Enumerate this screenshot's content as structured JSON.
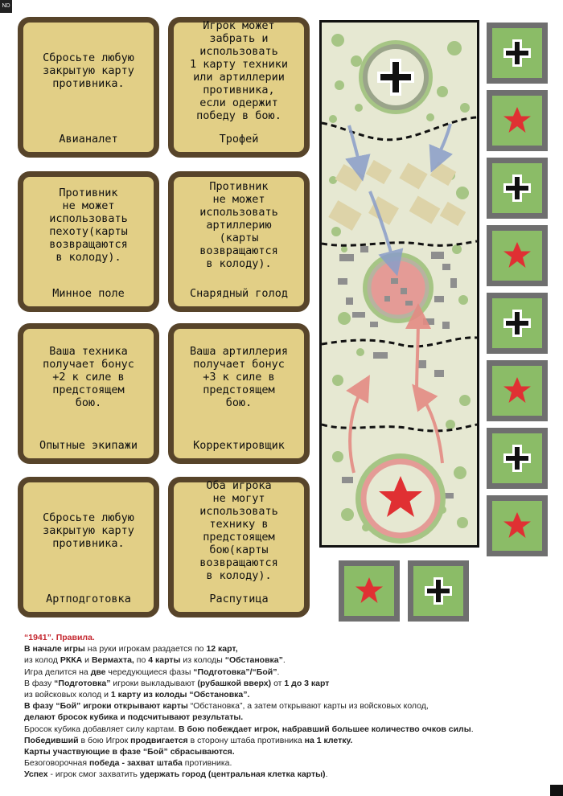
{
  "corner_label": "ND",
  "cards": [
    {
      "desc": "Сбросьте любую\nзакрытую карту\nпротивника.",
      "name": "Авианалет"
    },
    {
      "desc": "Игрок может\nзабрать и\nиспользовать\n1 карту техники\nили артиллерии\nпротивника,\nесли одержит\nпобеду в бою.",
      "name": "Трофей"
    },
    {
      "desc": "Противник\nне может\nиспользовать\nпехоту(карты\nвозвращаются\nв колоду).",
      "name": "Минное поле"
    },
    {
      "desc": "Противник\nне может\nиспользовать\nартиллерию\n(карты\nвозвращаются\nв колоду).",
      "name": "Снарядный голод"
    },
    {
      "desc": "Ваша техника\nполучает бонус\n+2 к силе в\nпредстоящем\nбою.",
      "name": "Опытные экипажи"
    },
    {
      "desc": "Ваша артиллерия\nполучает бонус\n+3 к силе в\nпредстоящем\nбою.",
      "name": "Корректировщик"
    },
    {
      "desc": "Сбросьте любую\nзакрытую карту\nпротивника.",
      "name": "Артподготовка"
    },
    {
      "desc": "Оба игрока\nне могут\nиспользовать\nтехнику в\nпредстоящем\nбою(карты\nвозвращаются\nв колоду).",
      "name": "Распутица"
    }
  ],
  "tokens": [
    {
      "faction": "wehrmacht",
      "icon": "balkenkreuz-icon"
    },
    {
      "faction": "rkka",
      "icon": "red-star-icon"
    },
    {
      "faction": "wehrmacht",
      "icon": "balkenkreuz-icon"
    },
    {
      "faction": "rkka",
      "icon": "red-star-icon"
    },
    {
      "faction": "wehrmacht",
      "icon": "balkenkreuz-icon"
    },
    {
      "faction": "rkka",
      "icon": "red-star-icon"
    },
    {
      "faction": "wehrmacht",
      "icon": "balkenkreuz-icon"
    },
    {
      "faction": "rkka",
      "icon": "red-star-icon"
    },
    {
      "faction": "rkka",
      "icon": "red-star-icon"
    },
    {
      "faction": "wehrmacht",
      "icon": "balkenkreuz-icon"
    }
  ],
  "board": {
    "top_hq": "wehrmacht",
    "bottom_hq": "rkka",
    "colors": {
      "red": "#e03033",
      "field": "#e6e8d2",
      "green": "#a6c585",
      "sand": "#ddd3a8"
    }
  },
  "rules": {
    "title": "“1941”. Правила.",
    "lines": [
      [
        {
          "t": " В начале игры",
          "b": true
        },
        {
          "t": " на руки игрокам раздается по "
        },
        {
          "t": "12 карт,",
          "b": true
        }
      ],
      [
        {
          "t": "из колод "
        },
        {
          "t": "РККА",
          "b": true
        },
        {
          "t": " и "
        },
        {
          "t": "Вермахта,",
          "b": true
        },
        {
          "t": " по "
        },
        {
          "t": "4 карты",
          "b": true
        },
        {
          "t": " из колоды  "
        },
        {
          "t": "“Обстановка”",
          "b": true
        },
        {
          "t": "."
        }
      ],
      [
        {
          "t": "Игра делится на "
        },
        {
          "t": "две",
          "b": true
        },
        {
          "t": " чередующиеся фазы "
        },
        {
          "t": "“Подготовка”/“Бой”",
          "b": true
        },
        {
          "t": "."
        }
      ],
      [
        {
          "t": "В фазу "
        },
        {
          "t": "“Подготовка”",
          "b": true
        },
        {
          "t": " игроки выкладывают "
        },
        {
          "t": "(рубашкой вверх)",
          "b": true
        },
        {
          "t": " от "
        },
        {
          "t": "1 до 3 карт",
          "b": true
        }
      ],
      [
        {
          "t": "из войсковых колод и "
        },
        {
          "t": "1 карту из колоды “Обстановка”.",
          "b": true
        }
      ],
      [
        {
          "t": "В фазу “Бой” игроки открывают карты",
          "b": true
        },
        {
          "t": "  “Обстановка”,  а затем открывают карты из войсковых колод,"
        }
      ],
      [
        {
          "t": "делают бросок кубика и подсчитывают результаты.",
          "b": true
        }
      ],
      [
        {
          "t": "Бросок кубика добавляет силу картам. "
        },
        {
          "t": "В бою побеждает игрок, набравший большее количество очков силы",
          "b": true
        },
        {
          "t": "."
        }
      ],
      [
        {
          "t": "Победивший",
          "b": true
        },
        {
          "t": " в бою Игрок "
        },
        {
          "t": "продвигается",
          "b": true
        },
        {
          "t": "  в сторону штаба противника "
        },
        {
          "t": "на 1 клетку.",
          "b": true
        }
      ],
      [
        {
          "t": "Карты участвующие в фазе “Бой” сбрасываются.",
          "b": true
        }
      ],
      [
        {
          "t": "Безоговорочная "
        },
        {
          "t": "победа - захват штаба",
          "b": true
        },
        {
          "t": " противника."
        }
      ],
      [
        {
          "t": "Успех",
          "b": true
        },
        {
          "t": " - игрок смог захватить "
        },
        {
          "t": "удержать город (центральная клетка карты)",
          "b": true
        },
        {
          "t": "."
        }
      ]
    ]
  }
}
